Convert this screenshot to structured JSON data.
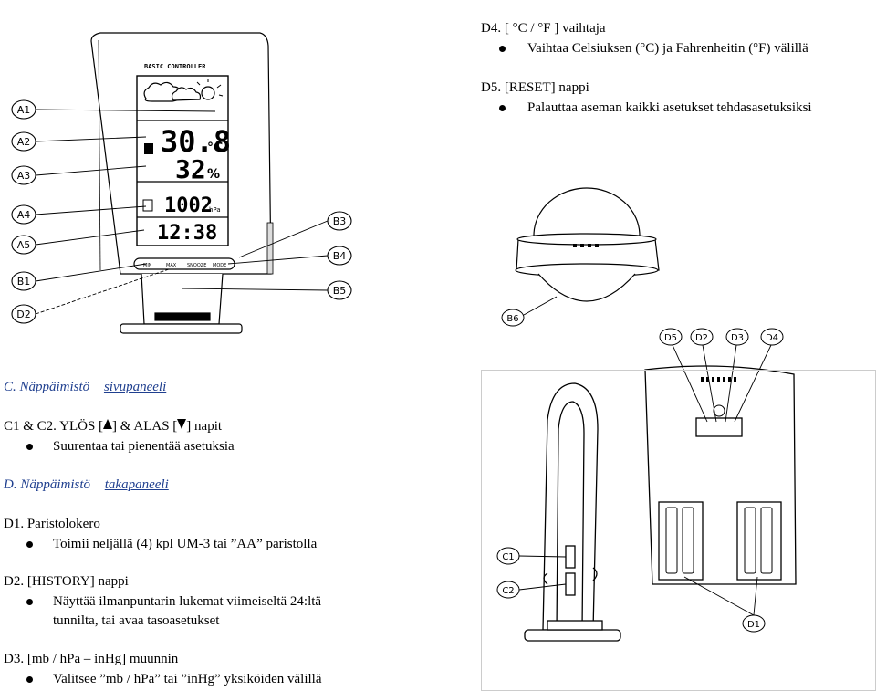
{
  "right_top": {
    "d4_title": "D4. [ °C / °F ] vaihtaja",
    "d4_bullet": "Vaihtaa Celsiuksen (°C) ja Fahrenheitin (°F) välillä",
    "d5_title": "D5. [RESET] nappi",
    "d5_bullet": "Palauttaa aseman kaikki asetukset tehdasasetuksiksi"
  },
  "section_c": {
    "heading_prefix": "C. Näppäimistö",
    "heading_rest": "sivupaneeli",
    "c1_title_start": "C1 & C2. YLÖS [",
    "c1_title_mid": "] & ALAS [",
    "c1_title_end": "] napit",
    "c1_bullet": "Suurentaa tai pienentää asetuksia"
  },
  "section_d": {
    "heading_prefix": "D. Näppäimistö",
    "heading_rest": "takapaneeli",
    "d1_title": "D1. Paristolokero",
    "d1_bullet": "Toimii neljällä (4) kpl UM-3 tai ”AA” paristolla",
    "d2_title": "D2. [HISTORY] nappi",
    "d2_bullet_line1": "Näyttää ilmanpuntarin lukemat viimeiseltä 24:ltä",
    "d2_bullet_line2": "tunnilta, tai avaa tasoasetukset",
    "d3_title": "D3. [mb / hPa – inHg] muunnin",
    "d3_bullet": "Valitsee ”mb / hPa” tai ”inHg” yksiköiden välillä"
  },
  "diagram_front": {
    "callouts": [
      "A1",
      "A2",
      "A3",
      "A4",
      "A5",
      "B1",
      "D2",
      "B3",
      "B4",
      "B5"
    ],
    "lcd_temp": "30.8",
    "lcd_temp_unit": "°C",
    "lcd_hum": "32",
    "lcd_hum_unit": "%",
    "lcd_press": "1002",
    "lcd_press_unit": "hPa",
    "lcd_time": "12:38",
    "header_text": "BASIC CONTROLLER",
    "button_labels": [
      "MIN",
      "MAX",
      "SNOOZE",
      "MODE"
    ]
  },
  "diagram_sensor": {
    "callout": "B6"
  },
  "diagram_back": {
    "callouts": [
      "D5",
      "D2",
      "D3",
      "D4",
      "D1"
    ]
  },
  "diagram_side": {
    "callouts": [
      "C1",
      "C2"
    ]
  }
}
